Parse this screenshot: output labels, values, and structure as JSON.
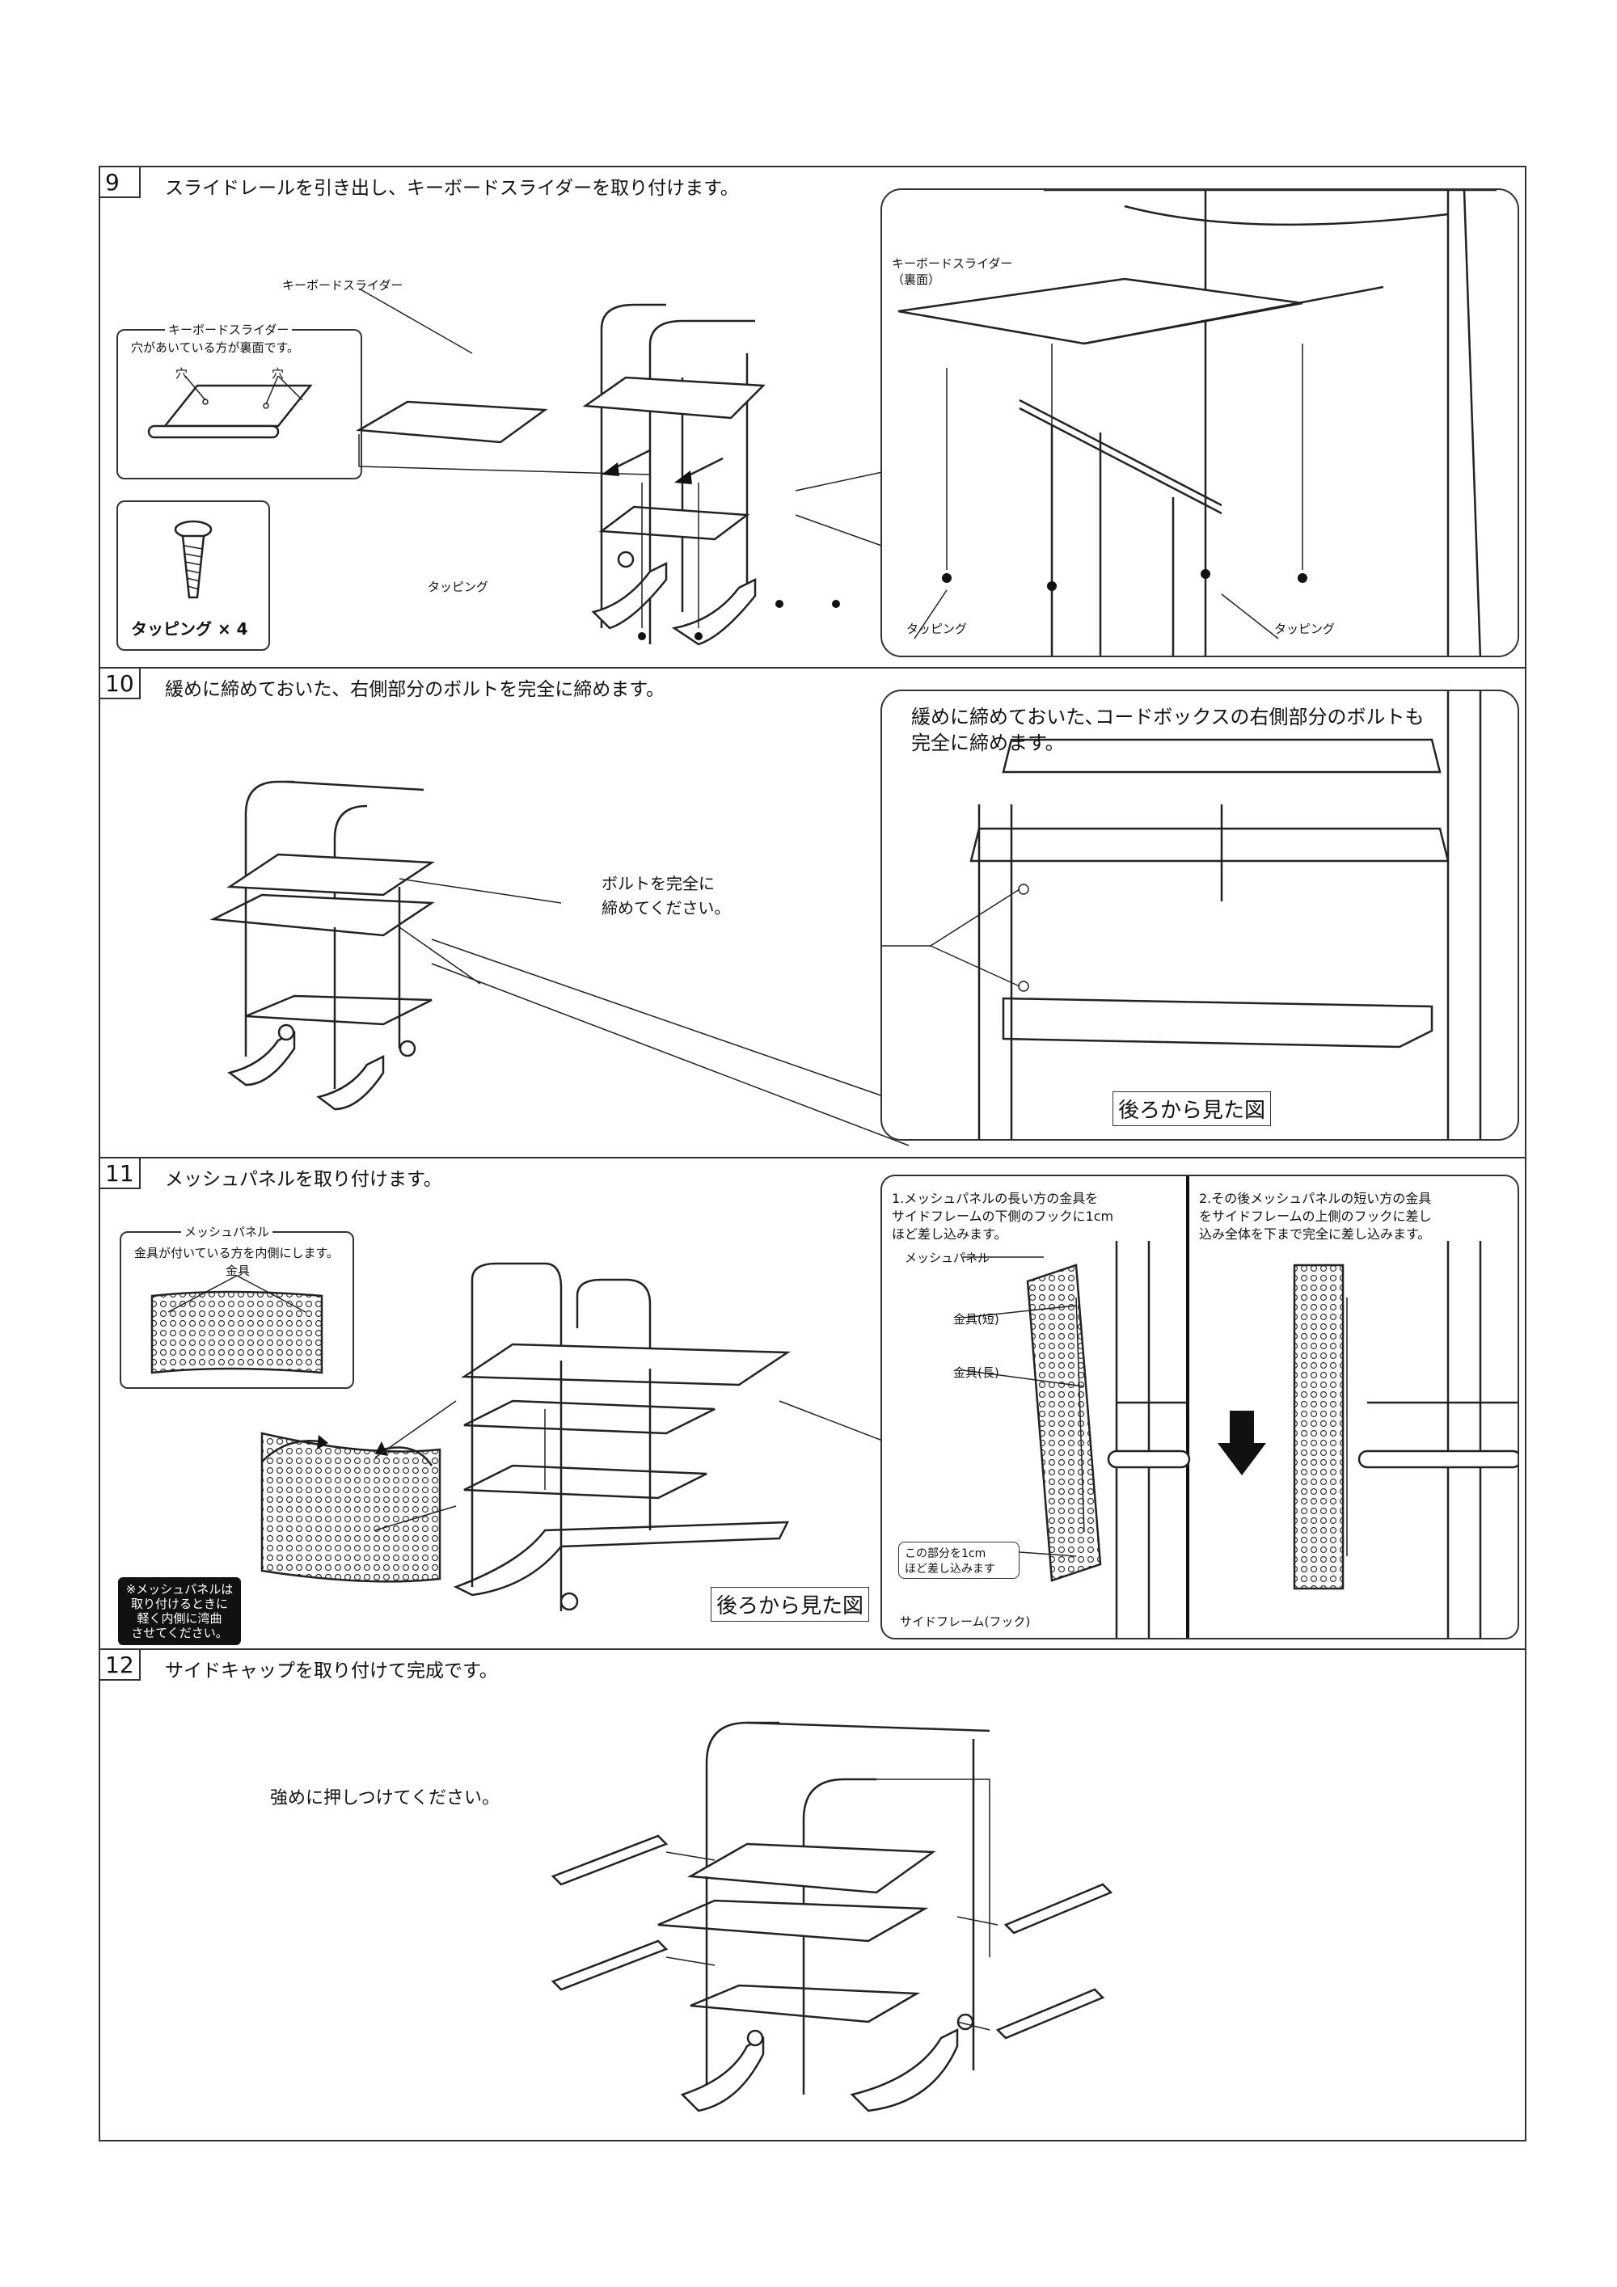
{
  "steps": [
    {
      "number": "9",
      "title": "スライドレールを引き出し、キーボードスライダーを取り付けます。",
      "labels": {
        "slider": "キーボードスライダー",
        "inset_title": "キーボードスライダー",
        "inset_note": "穴があいている方が裏面です。",
        "hole_a": "穴",
        "hole_b": "穴",
        "screw_count": "タッピング × 4",
        "tapping": "タッピング",
        "detail_slider": "キーボードスライダー",
        "detail_back": "（裏面）",
        "detail_tap_left": "タッピング",
        "detail_tap_right": "タッピング"
      }
    },
    {
      "number": "10",
      "title": "緩めに締めておいた、右側部分のボルトを完全に締めます。",
      "labels": {
        "bolt_line1": "ボルトを完全に",
        "bolt_line2": "締めてください。",
        "detail_line1": "緩めに締めておいた､コードボックスの右側部分のボルトも",
        "detail_line2": "完全に締めます。",
        "rear_view": "後ろから見た図"
      }
    },
    {
      "number": "11",
      "title": "メッシュパネルを取り付けます。",
      "labels": {
        "inset_title": "メッシュパネル",
        "inset_note": "金具が付いている方を内側にします。",
        "inset_fitting": "金具",
        "warn_line1": "※メッシュパネルは",
        "warn_line2": "取り付けるときに",
        "warn_line3": "軽く内側に湾曲",
        "warn_line4": "させてください。",
        "rear_view": "後ろから見た図",
        "step1_line1": "1.メッシュパネルの長い方の金具を",
        "step1_line2": "サイドフレームの下側のフックに1cm",
        "step1_line3": "ほど差し込みます。",
        "mesh_panel": "メッシュパネル",
        "fitting_short": "金具(短)",
        "fitting_long": "金具(長)",
        "insert_line1": "この部分を1cm",
        "insert_line2": "ほど差し込みます",
        "side_frame": "サイドフレーム(フック)",
        "step2_line1": "2.その後メッシュパネルの短い方の金具",
        "step2_line2": "をサイドフレームの上側のフックに差し",
        "step2_line3": "込み全体を下まで完全に差し込みます。"
      }
    },
    {
      "number": "12",
      "title": "サイドキャップを取り付けて完成です。",
      "labels": {
        "press": "強めに押しつけてください。"
      }
    }
  ]
}
